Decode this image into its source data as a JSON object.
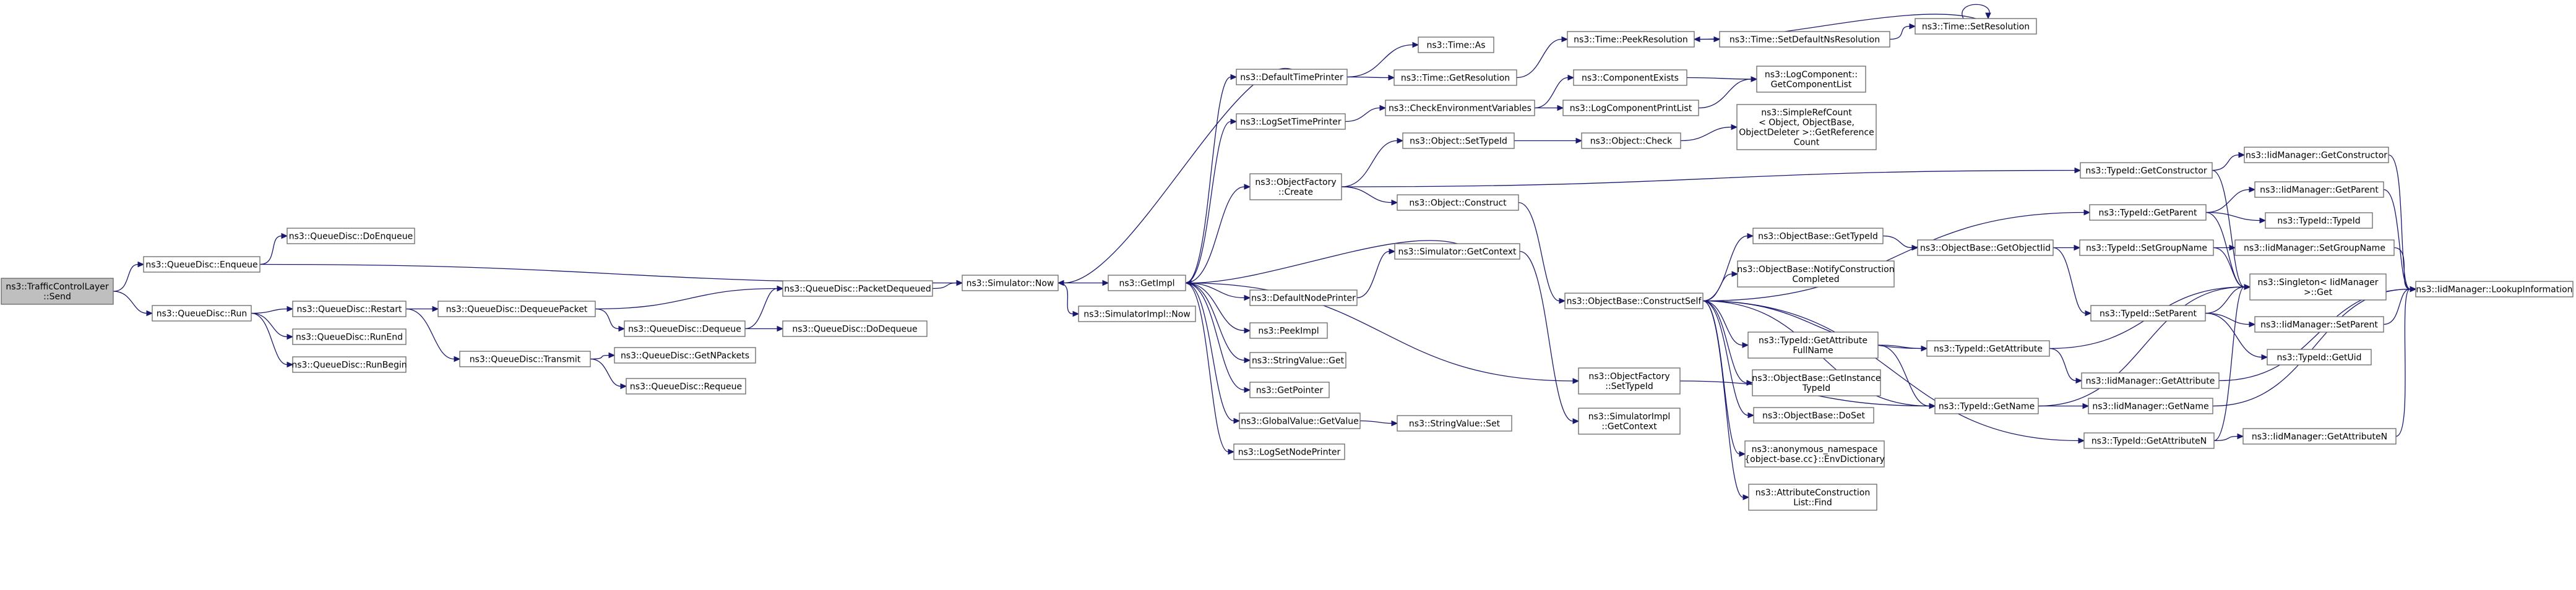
{
  "nodes": [
    {
      "id": "tcl_send",
      "lines": [
        "ns3::TrafficControlLayer",
        "::Send"
      ],
      "root": true
    },
    {
      "id": "qd_enqueue",
      "lines": [
        "ns3::QueueDisc::Enqueue"
      ]
    },
    {
      "id": "qd_doenqueue",
      "lines": [
        "ns3::QueueDisc::DoEnqueue"
      ]
    },
    {
      "id": "qd_run",
      "lines": [
        "ns3::QueueDisc::Run"
      ]
    },
    {
      "id": "qd_restart",
      "lines": [
        "ns3::QueueDisc::Restart"
      ]
    },
    {
      "id": "qd_runend",
      "lines": [
        "ns3::QueueDisc::RunEnd"
      ]
    },
    {
      "id": "qd_runbegin",
      "lines": [
        "ns3::QueueDisc::RunBegin"
      ]
    },
    {
      "id": "qd_dequeuepacket",
      "lines": [
        "ns3::QueueDisc::DequeuePacket"
      ]
    },
    {
      "id": "qd_transmit",
      "lines": [
        "ns3::QueueDisc::Transmit"
      ]
    },
    {
      "id": "qd_dequeue",
      "lines": [
        "ns3::QueueDisc::Dequeue"
      ]
    },
    {
      "id": "qd_packetdequeued",
      "lines": [
        "ns3::QueueDisc::PacketDequeued"
      ]
    },
    {
      "id": "qd_dodequeue",
      "lines": [
        "ns3::QueueDisc::DoDequeue"
      ]
    },
    {
      "id": "qd_getnpackets",
      "lines": [
        "ns3::QueueDisc::GetNPackets"
      ]
    },
    {
      "id": "qd_requeue",
      "lines": [
        "ns3::QueueDisc::Requeue"
      ]
    },
    {
      "id": "sim_now",
      "lines": [
        "ns3::Simulator::Now"
      ]
    },
    {
      "id": "simimpl_now",
      "lines": [
        "ns3::SimulatorImpl::Now"
      ]
    },
    {
      "id": "getimpl",
      "lines": [
        "ns3::GetImpl"
      ]
    },
    {
      "id": "default_time_printer",
      "lines": [
        "ns3::DefaultTimePrinter"
      ]
    },
    {
      "id": "log_set_time_printer",
      "lines": [
        "ns3::LogSetTimePrinter"
      ]
    },
    {
      "id": "objfactory_create",
      "lines": [
        "ns3::ObjectFactory",
        "::Create"
      ]
    },
    {
      "id": "default_node_printer",
      "lines": [
        "ns3::DefaultNodePrinter"
      ]
    },
    {
      "id": "peekimpl",
      "lines": [
        "ns3::PeekImpl"
      ]
    },
    {
      "id": "stringvalue_get",
      "lines": [
        "ns3::StringValue::Get"
      ]
    },
    {
      "id": "getpointer",
      "lines": [
        "ns3::GetPointer"
      ]
    },
    {
      "id": "globalvalue_getvalue",
      "lines": [
        "ns3::GlobalValue::GetValue"
      ]
    },
    {
      "id": "log_set_node_printer",
      "lines": [
        "ns3::LogSetNodePrinter"
      ]
    },
    {
      "id": "time_as",
      "lines": [
        "ns3::Time::As"
      ]
    },
    {
      "id": "time_getresolution",
      "lines": [
        "ns3::Time::GetResolution"
      ]
    },
    {
      "id": "time_peekresolution",
      "lines": [
        "ns3::Time::PeekResolution"
      ]
    },
    {
      "id": "time_setdefaultnsresolution",
      "lines": [
        "ns3::Time::SetDefaultNsResolution"
      ]
    },
    {
      "id": "time_setresolution",
      "lines": [
        "ns3::Time::SetResolution"
      ]
    },
    {
      "id": "check_env_vars",
      "lines": [
        "ns3::CheckEnvironmentVariables"
      ]
    },
    {
      "id": "component_exists",
      "lines": [
        "ns3::ComponentExists"
      ]
    },
    {
      "id": "log_component_print_list",
      "lines": [
        "ns3::LogComponentPrintList"
      ]
    },
    {
      "id": "log_component_get_list",
      "lines": [
        "ns3::LogComponent::",
        "GetComponentList"
      ]
    },
    {
      "id": "object_settypeid",
      "lines": [
        "ns3::Object::SetTypeId"
      ]
    },
    {
      "id": "object_check",
      "lines": [
        "ns3::Object::Check"
      ]
    },
    {
      "id": "simplerefcount_getref",
      "lines": [
        "ns3::SimpleRefCount",
        "< Object, ObjectBase,",
        "ObjectDeleter >::GetReference",
        "Count"
      ]
    },
    {
      "id": "object_construct",
      "lines": [
        "ns3::Object::Construct"
      ]
    },
    {
      "id": "sim_getcontext",
      "lines": [
        "ns3::Simulator::GetContext"
      ]
    },
    {
      "id": "stringvalue_set",
      "lines": [
        "ns3::StringValue::Set"
      ]
    },
    {
      "id": "objfactory_settypeid",
      "lines": [
        "ns3::ObjectFactory",
        "::SetTypeId"
      ]
    },
    {
      "id": "simimpl_getcontext",
      "lines": [
        "ns3::SimulatorImpl",
        "::GetContext"
      ]
    },
    {
      "id": "objbase_constructself",
      "lines": [
        "ns3::ObjectBase::ConstructSelf"
      ]
    },
    {
      "id": "objbase_gettypeid",
      "lines": [
        "ns3::ObjectBase::GetTypeId"
      ]
    },
    {
      "id": "objbase_notifyconstruction",
      "lines": [
        "ns3::ObjectBase::NotifyConstruction",
        "Completed"
      ]
    },
    {
      "id": "typeid_getattr_fullname",
      "lines": [
        "ns3::TypeId::GetAttribute",
        "FullName"
      ]
    },
    {
      "id": "objbase_getinstancetypeid",
      "lines": [
        "ns3::ObjectBase::GetInstance",
        "TypeId"
      ]
    },
    {
      "id": "objbase_doset",
      "lines": [
        "ns3::ObjectBase::DoSet"
      ]
    },
    {
      "id": "anon_envdictionary",
      "lines": [
        "ns3::anonymous_namespace",
        "{object-base.cc}::EnvDictionary"
      ]
    },
    {
      "id": "attr_construction_list_find",
      "lines": [
        "ns3::AttributeConstruction",
        "List::Find"
      ]
    },
    {
      "id": "objbase_getobjectiid",
      "lines": [
        "ns3::ObjectBase::GetObjectIid"
      ]
    },
    {
      "id": "typeid_getconstructor",
      "lines": [
        "ns3::TypeId::GetConstructor"
      ]
    },
    {
      "id": "typeid_getparent",
      "lines": [
        "ns3::TypeId::GetParent"
      ]
    },
    {
      "id": "typeid_setgroupname",
      "lines": [
        "ns3::TypeId::SetGroupName"
      ]
    },
    {
      "id": "typeid_setparent",
      "lines": [
        "ns3::TypeId::SetParent"
      ]
    },
    {
      "id": "typeid_getattribute",
      "lines": [
        "ns3::TypeId::GetAttribute"
      ]
    },
    {
      "id": "typeid_getname",
      "lines": [
        "ns3::TypeId::GetName"
      ]
    },
    {
      "id": "typeid_getattributen",
      "lines": [
        "ns3::TypeId::GetAttributeN"
      ]
    },
    {
      "id": "iidm_getconstructor",
      "lines": [
        "ns3::IidManager::GetConstructor"
      ]
    },
    {
      "id": "iidm_getparent",
      "lines": [
        "ns3::IidManager::GetParent"
      ]
    },
    {
      "id": "typeid_typeid",
      "lines": [
        "ns3::TypeId::TypeId"
      ]
    },
    {
      "id": "iidm_setgroupname",
      "lines": [
        "ns3::IidManager::SetGroupName"
      ]
    },
    {
      "id": "singleton_get",
      "lines": [
        "ns3::Singleton< IidManager",
        " >::Get"
      ]
    },
    {
      "id": "iidm_setparent",
      "lines": [
        "ns3::IidManager::SetParent"
      ]
    },
    {
      "id": "typeid_getuid",
      "lines": [
        "ns3::TypeId::GetUid"
      ]
    },
    {
      "id": "iidm_getattribute",
      "lines": [
        "ns3::IidManager::GetAttribute"
      ]
    },
    {
      "id": "iidm_getname",
      "lines": [
        "ns3::IidManager::GetName"
      ]
    },
    {
      "id": "iidm_getattributen",
      "lines": [
        "ns3::IidManager::GetAttributeN"
      ]
    },
    {
      "id": "iidm_lookupinformation",
      "lines": [
        "ns3::IidManager::LookupInformation"
      ]
    }
  ],
  "edges": [
    [
      "tcl_send",
      "qd_enqueue"
    ],
    [
      "tcl_send",
      "qd_run"
    ],
    [
      "qd_enqueue",
      "qd_doenqueue"
    ],
    [
      "qd_enqueue",
      "sim_now"
    ],
    [
      "qd_run",
      "qd_restart"
    ],
    [
      "qd_run",
      "qd_runend"
    ],
    [
      "qd_run",
      "qd_runbegin"
    ],
    [
      "qd_restart",
      "qd_dequeuepacket"
    ],
    [
      "qd_restart",
      "qd_transmit"
    ],
    [
      "qd_dequeuepacket",
      "qd_packetdequeued"
    ],
    [
      "qd_dequeuepacket",
      "qd_dequeue"
    ],
    [
      "qd_dequeue",
      "qd_packetdequeued"
    ],
    [
      "qd_dequeue",
      "qd_dodequeue"
    ],
    [
      "qd_transmit",
      "qd_getnpackets"
    ],
    [
      "qd_transmit",
      "qd_requeue"
    ],
    [
      "qd_packetdequeued",
      "sim_now"
    ],
    [
      "sim_now",
      "getimpl"
    ],
    [
      "sim_now",
      "simimpl_now"
    ],
    [
      "getimpl",
      "default_time_printer"
    ],
    [
      "getimpl",
      "log_set_time_printer"
    ],
    [
      "getimpl",
      "objfactory_create"
    ],
    [
      "getimpl",
      "default_node_printer"
    ],
    [
      "getimpl",
      "peekimpl"
    ],
    [
      "getimpl",
      "stringvalue_get"
    ],
    [
      "getimpl",
      "getpointer"
    ],
    [
      "getimpl",
      "globalvalue_getvalue"
    ],
    [
      "getimpl",
      "log_set_node_printer"
    ],
    [
      "getimpl",
      "objfactory_settypeid"
    ],
    [
      "default_time_printer",
      "sim_now"
    ],
    [
      "default_time_printer",
      "time_as"
    ],
    [
      "default_time_printer",
      "time_getresolution"
    ],
    [
      "time_getresolution",
      "time_peekresolution"
    ],
    [
      "time_peekresolution",
      "time_setdefaultnsresolution"
    ],
    [
      "time_setdefaultnsresolution",
      "time_setresolution"
    ],
    [
      "time_setresolution",
      "time_peekresolution"
    ],
    [
      "time_setresolution",
      "time_setresolution"
    ],
    [
      "log_set_time_printer",
      "check_env_vars"
    ],
    [
      "check_env_vars",
      "component_exists"
    ],
    [
      "check_env_vars",
      "log_component_print_list"
    ],
    [
      "component_exists",
      "log_component_get_list"
    ],
    [
      "log_component_print_list",
      "log_component_get_list"
    ],
    [
      "objfactory_create",
      "object_settypeid"
    ],
    [
      "objfactory_create",
      "object_construct"
    ],
    [
      "objfactory_create",
      "typeid_getconstructor"
    ],
    [
      "object_settypeid",
      "object_check"
    ],
    [
      "object_check",
      "simplerefcount_getref"
    ],
    [
      "object_construct",
      "objbase_constructself"
    ],
    [
      "default_node_printer",
      "sim_getcontext"
    ],
    [
      "sim_getcontext",
      "getimpl"
    ],
    [
      "sim_getcontext",
      "simimpl_getcontext"
    ],
    [
      "globalvalue_getvalue",
      "stringvalue_set"
    ],
    [
      "objfactory_settypeid",
      "typeid_getname"
    ],
    [
      "objbase_constructself",
      "objbase_gettypeid"
    ],
    [
      "objbase_constructself",
      "objbase_notifyconstruction"
    ],
    [
      "objbase_constructself",
      "typeid_getattr_fullname"
    ],
    [
      "objbase_constructself",
      "objbase_getinstancetypeid"
    ],
    [
      "objbase_constructself",
      "objbase_doset"
    ],
    [
      "objbase_constructself",
      "anon_envdictionary"
    ],
    [
      "objbase_constructself",
      "attr_construction_list_find"
    ],
    [
      "objbase_constructself",
      "typeid_getparent"
    ],
    [
      "objbase_constructself",
      "typeid_getattribute"
    ],
    [
      "objbase_constructself",
      "typeid_getname"
    ],
    [
      "objbase_constructself",
      "typeid_getattributen"
    ],
    [
      "objbase_gettypeid",
      "objbase_getobjectiid"
    ],
    [
      "objbase_getobjectiid",
      "typeid_setgroupname"
    ],
    [
      "objbase_getobjectiid",
      "typeid_setparent"
    ],
    [
      "typeid_getattr_fullname",
      "typeid_getattribute"
    ],
    [
      "typeid_getattr_fullname",
      "typeid_getname"
    ],
    [
      "typeid_getconstructor",
      "iidm_getconstructor"
    ],
    [
      "typeid_getconstructor",
      "singleton_get"
    ],
    [
      "typeid_getparent",
      "iidm_getparent"
    ],
    [
      "typeid_getparent",
      "typeid_typeid"
    ],
    [
      "typeid_getparent",
      "singleton_get"
    ],
    [
      "typeid_setgroupname",
      "iidm_setgroupname"
    ],
    [
      "typeid_setgroupname",
      "singleton_get"
    ],
    [
      "typeid_setparent",
      "iidm_setparent"
    ],
    [
      "typeid_setparent",
      "singleton_get"
    ],
    [
      "typeid_setparent",
      "typeid_getuid"
    ],
    [
      "typeid_getattribute",
      "iidm_getattribute"
    ],
    [
      "typeid_getattribute",
      "singleton_get"
    ],
    [
      "typeid_getname",
      "iidm_getname"
    ],
    [
      "typeid_getname",
      "singleton_get"
    ],
    [
      "typeid_getattributen",
      "iidm_getattributen"
    ],
    [
      "typeid_getattributen",
      "singleton_get"
    ],
    [
      "iidm_getconstructor",
      "iidm_lookupinformation"
    ],
    [
      "iidm_getparent",
      "iidm_lookupinformation"
    ],
    [
      "iidm_setgroupname",
      "iidm_lookupinformation"
    ],
    [
      "iidm_setparent",
      "iidm_lookupinformation"
    ],
    [
      "iidm_getattribute",
      "iidm_lookupinformation"
    ],
    [
      "iidm_getname",
      "iidm_lookupinformation"
    ],
    [
      "iidm_getattributen",
      "iidm_lookupinformation"
    ]
  ]
}
